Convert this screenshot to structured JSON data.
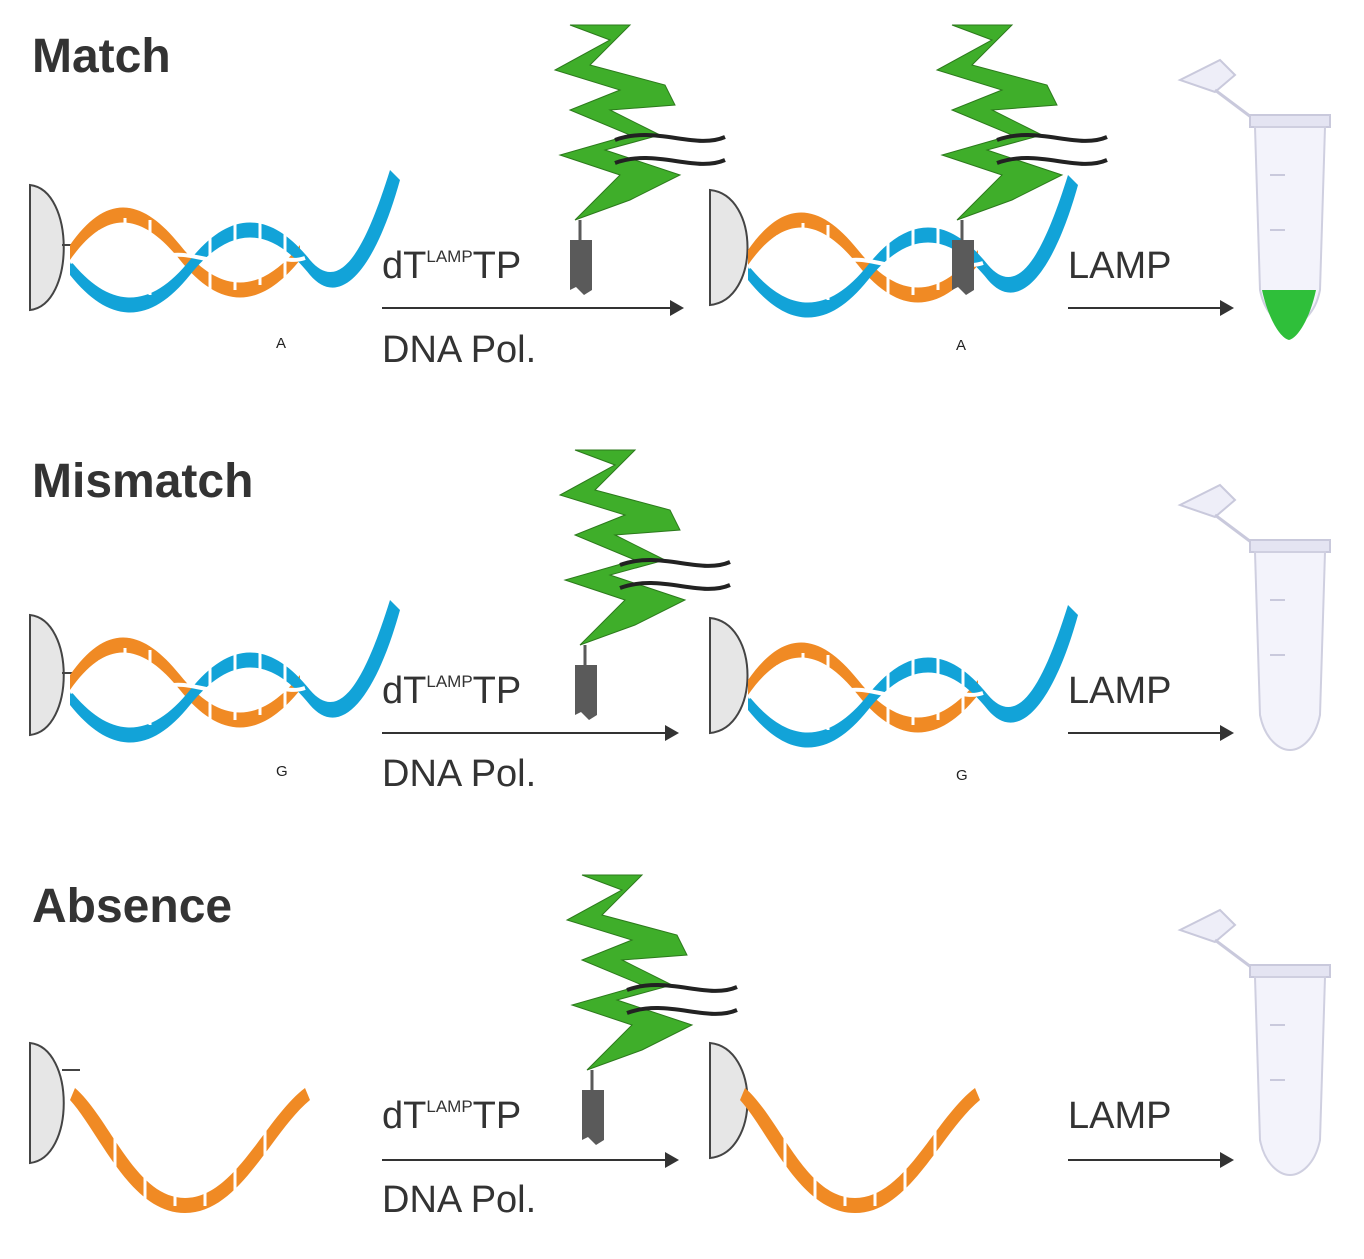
{
  "rows": [
    {
      "title": "Match",
      "reagent_prefix": "dT",
      "reagent_superscript": "LAMP",
      "reagent_suffix": "TP",
      "enzyme": "DNA Pol.",
      "base": "A",
      "second_step": "LAMP",
      "result": "green-fluorescence"
    },
    {
      "title": "Mismatch",
      "reagent_prefix": "dT",
      "reagent_superscript": "LAMP",
      "reagent_suffix": "TP",
      "enzyme": "DNA Pol.",
      "base": "G",
      "second_step": "LAMP",
      "result": "no-signal"
    },
    {
      "title": "Absence",
      "reagent_prefix": "dT",
      "reagent_superscript": "LAMP",
      "reagent_suffix": "TP",
      "enzyme": "DNA Pol.",
      "base": "",
      "second_step": "LAMP",
      "result": "no-signal"
    }
  ],
  "colors": {
    "strand_orange": "#f08a24",
    "strand_blue": "#12a3d8",
    "lamp_primer_green": "#3fae2a",
    "linker_gray": "#5a5a5a",
    "bead": "#e6e6e6",
    "tube": "#eeeef8",
    "positive_signal": "#2fbf3a"
  }
}
